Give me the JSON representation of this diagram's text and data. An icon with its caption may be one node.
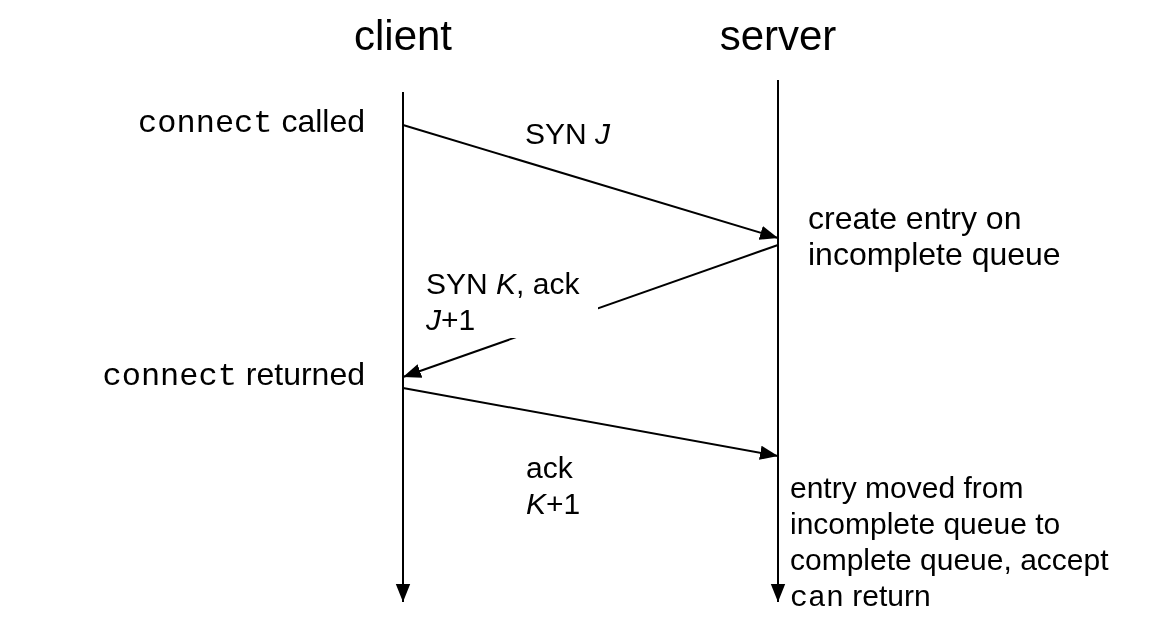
{
  "diagram": {
    "nodes": [
      {
        "text": [
          "client"
        ]
      },
      {
        "text": [
          "server"
        ]
      }
    ],
    "edges": [
      {
        "from": 0,
        "to": 1,
        "arrow": "to",
        "label": "SYN *J*"
      },
      {
        "from": 1,
        "to": 0,
        "arrow": "to",
        "label": "SYN *K*, ack *J*+1"
      },
      {
        "from": 0,
        "to": 1,
        "arrow": "to",
        "label": "ack *K*+1"
      }
    ],
    "labels": [
      "connect called",
      "create entry on incomplete queue",
      "connect returned",
      "entry moved from incomplete queue to complete queue, accept can return"
    ]
  }
}
